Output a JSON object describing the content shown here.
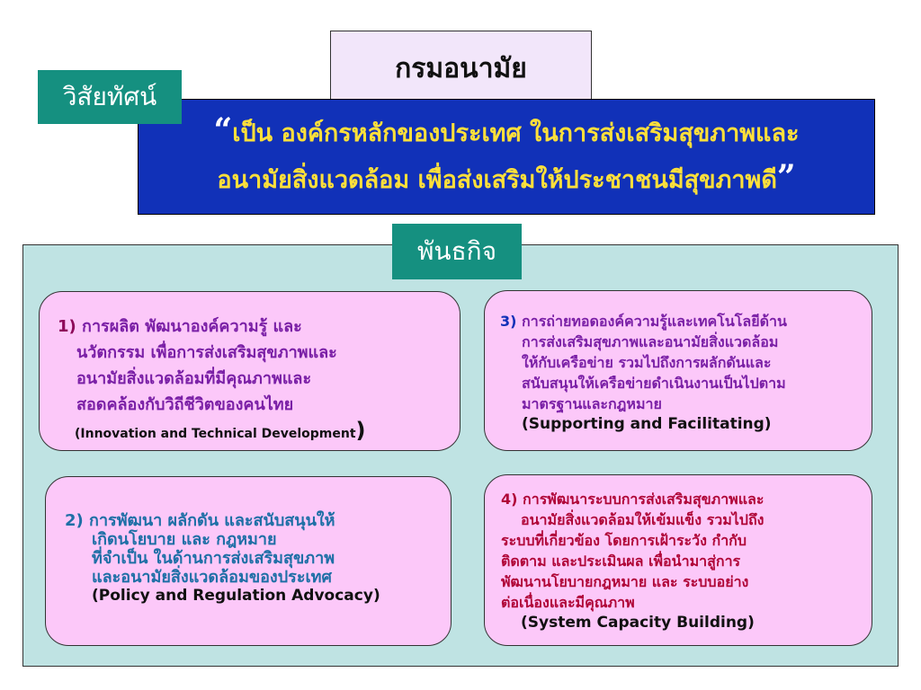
{
  "title": "กรมอนามัย",
  "vision": {
    "label": "วิสัยทัศน์",
    "open_quote": "“",
    "line1_part1": "เป็น ",
    "line1_part2": "องค์กรหลักของประเทศ",
    "line1_part3": " ในการส่งเสริมสุขภาพและ",
    "line2": "อนามัยสิ่งแวดล้อม เพื่อส่งเสริมให้ประชาชนมีสุขภาพดี",
    "close_quote": "”"
  },
  "mission": {
    "label": "พันธกิจ",
    "items": [
      {
        "number": "1)",
        "lines": [
          "การผลิต  พัฒนาองค์ความรู้ และ",
          "นวัตกรรม เพื่อการส่งเสริมสุขภาพและ",
          "อนามัยสิ่งแวดล้อมที่มีคุณภาพและ",
          "สอดคล้องกับวิถีชีวิตของคนไทย"
        ],
        "english": "(Innovation and Technical Development",
        "english_close": ")"
      },
      {
        "number": "2)",
        "lines": [
          "การพัฒนา ผลักดัน และสนับสนุนให้",
          "เกิดนโยบาย และ กฎหมาย",
          "ที่จำเป็น ในด้านการส่งเสริมสุขภาพ",
          "และอนามัยสิ่งแวดล้อมของประเทศ"
        ],
        "english": "(Policy and Regulation Advocacy)"
      },
      {
        "number": "3)",
        "lines": [
          "การถ่ายทอดองค์ความรู้และเทคโนโลยีด้าน",
          "การส่งเสริมสุขภาพและอนามัยสิ่งแวดล้อม",
          "ให้กับเครือข่าย รวมไปถึงการผลักดันและ",
          "สนับสนุนให้เครือข่ายดำเนินงานเป็นไปตาม",
          "มาตรฐานและกฎหมาย"
        ],
        "english": "(Supporting and Facilitating)"
      },
      {
        "number": "4)",
        "lines": [
          "การพัฒนาระบบการส่งเสริมสุขภาพและ",
          "อนามัยสิ่งแวดล้อมให้เข้มแข็ง รวมไปถึง",
          "ระบบที่เกี่ยวข้อง โดยการเฝ้าระวัง กำกับ",
          "ติดตาม และประเมินผล เพื่อนำมาสู่การ",
          "พัฒนานโยบายกฎหมาย และ ระบบอย่าง",
          "ต่อเนื่องและมีคุณภาพ"
        ],
        "english": "(System Capacity Building)"
      }
    ]
  },
  "colors": {
    "vision_bg": "#1131b8",
    "tab_bg": "#159080",
    "panel_bg": "#bfe3e3",
    "card_bg": "#fcc8f9",
    "highlight": "#ffe03a"
  }
}
